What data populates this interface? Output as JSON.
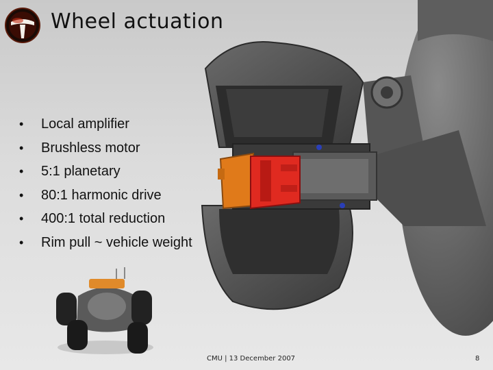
{
  "slide": {
    "title": "Wheel actuation",
    "bullets": [
      "Local amplifier",
      "Brushless motor",
      "5:1 planetary",
      "80:1 harmonic drive",
      "400:1 total reduction",
      "Rim pull ~ vehicle weight"
    ],
    "bullet_glyph": "•",
    "footer": "CMU | 13 December 2007",
    "page_number": "8"
  }
}
